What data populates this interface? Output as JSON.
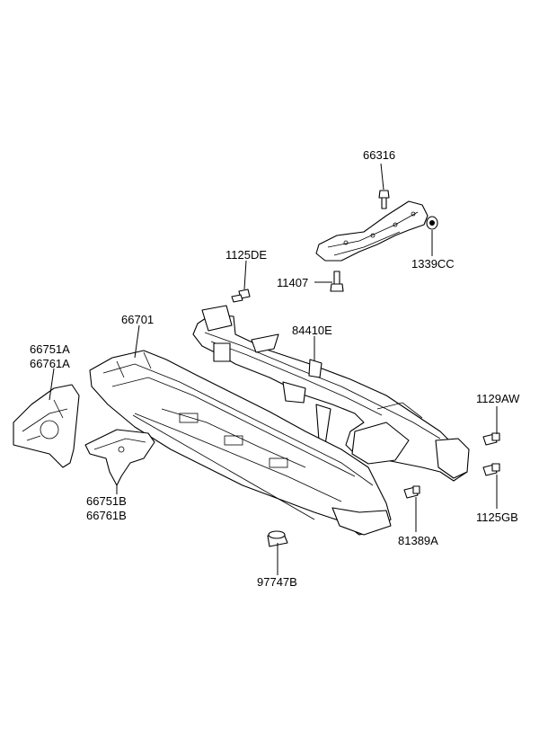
{
  "diagram": {
    "part_numbers": {
      "p66316": "66316",
      "p1339CC": "1339CC",
      "p1125DE": "1125DE",
      "p11407": "11407",
      "p66701": "66701",
      "p84410E": "84410E",
      "p66751A": "66751A",
      "p66761A": "66761A",
      "p1129AW": "1129AW",
      "p66751B": "66751B",
      "p66761B": "66761B",
      "p81389A": "81389A",
      "p1125GB": "1125GB",
      "p97747B": "97747B"
    }
  }
}
